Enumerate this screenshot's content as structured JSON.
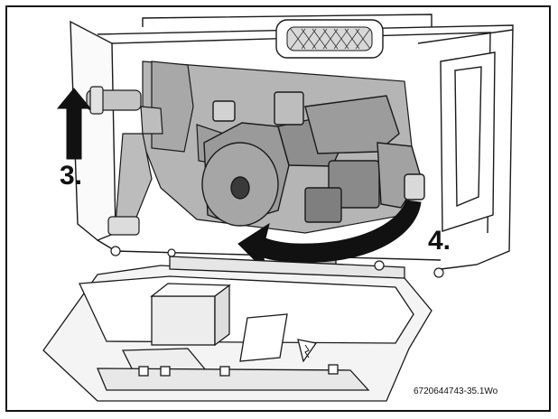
{
  "steps": {
    "step3": "3.",
    "step4": "4."
  },
  "reference_code": "6720644743-35.1Wo",
  "colors": {
    "line": "#1a1a1a",
    "pump_fill": "#9a9a9a",
    "panel_fill": "#f4f4f4",
    "frame_fill": "#ffffff",
    "arrow_fill": "#111111"
  },
  "icons": {
    "up_arrow": "arrow-up-icon",
    "rotate_arrow": "rotate-arrow-icon",
    "warning": "high-voltage-warning-icon"
  }
}
